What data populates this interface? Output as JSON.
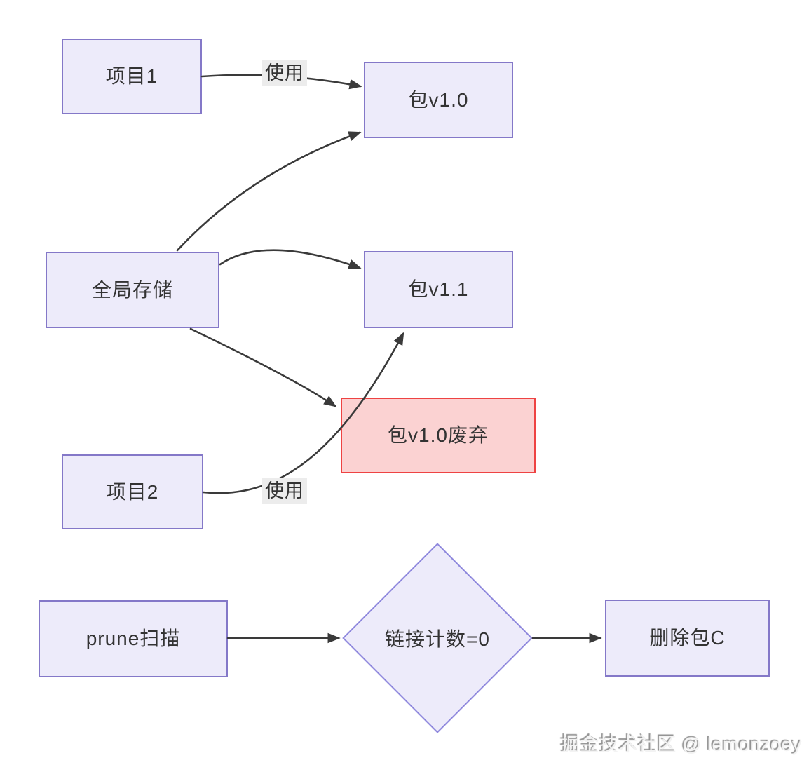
{
  "diagram": {
    "nodes": [
      {
        "id": "project1",
        "label": "项目1",
        "shape": "rect",
        "style": "normal"
      },
      {
        "id": "pkg_v10",
        "label": "包v1.0",
        "shape": "rect",
        "style": "normal"
      },
      {
        "id": "global_store",
        "label": "全局存储",
        "shape": "rect",
        "style": "normal"
      },
      {
        "id": "pkg_v11",
        "label": "包v1.1",
        "shape": "rect",
        "style": "normal"
      },
      {
        "id": "pkg_v10_deprecated",
        "label": "包v1.0废弃",
        "shape": "rect",
        "style": "danger"
      },
      {
        "id": "project2",
        "label": "项目2",
        "shape": "rect",
        "style": "normal"
      },
      {
        "id": "prune_scan",
        "label": "prune扫描",
        "shape": "rect",
        "style": "normal"
      },
      {
        "id": "link_count_zero",
        "label": "链接计数=0",
        "shape": "diamond",
        "style": "normal"
      },
      {
        "id": "delete_pkg_c",
        "label": "删除包C",
        "shape": "rect",
        "style": "normal"
      }
    ],
    "edges": [
      {
        "from": "project1",
        "to": "pkg_v10",
        "label": "使用"
      },
      {
        "from": "global_store",
        "to": "pkg_v10",
        "label": ""
      },
      {
        "from": "global_store",
        "to": "pkg_v11",
        "label": ""
      },
      {
        "from": "global_store",
        "to": "pkg_v10_deprecated",
        "label": ""
      },
      {
        "from": "project2",
        "to": "pkg_v11",
        "label": "使用"
      },
      {
        "from": "prune_scan",
        "to": "link_count_zero",
        "label": ""
      },
      {
        "from": "link_count_zero",
        "to": "delete_pkg_c",
        "label": ""
      }
    ],
    "edge_labels": [
      {
        "label": "使用"
      },
      {
        "label": "使用"
      }
    ],
    "watermark": "掘金技术社区 @ lemonzoey"
  },
  "theme": {
    "node_fill": "#edebfa",
    "node_border": "#8478c8",
    "diamond_border": "#9089dd",
    "danger_fill": "#fbd2d2",
    "danger_border": "#ee4343",
    "arrow_color": "#3a3a3a",
    "label_bg": "#ececec",
    "text_color": "#333333",
    "bg": "#ffffff"
  }
}
